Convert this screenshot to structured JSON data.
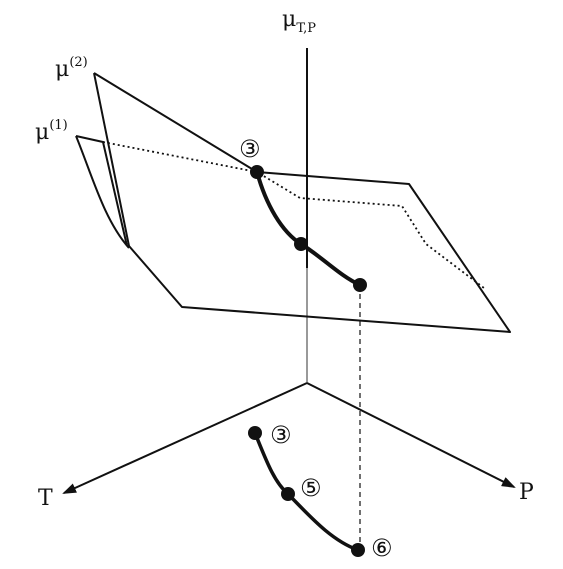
{
  "axes": {
    "vertical": {
      "main": "μ",
      "sub": "T,P"
    },
    "left": "T",
    "right": "P"
  },
  "surfaces": [
    {
      "main": "μ",
      "sup": "(2)"
    },
    {
      "main": "μ",
      "sup": "(1)"
    }
  ],
  "markers": {
    "upper": "③",
    "lower": [
      "③",
      "⑤",
      "⑥"
    ]
  }
}
